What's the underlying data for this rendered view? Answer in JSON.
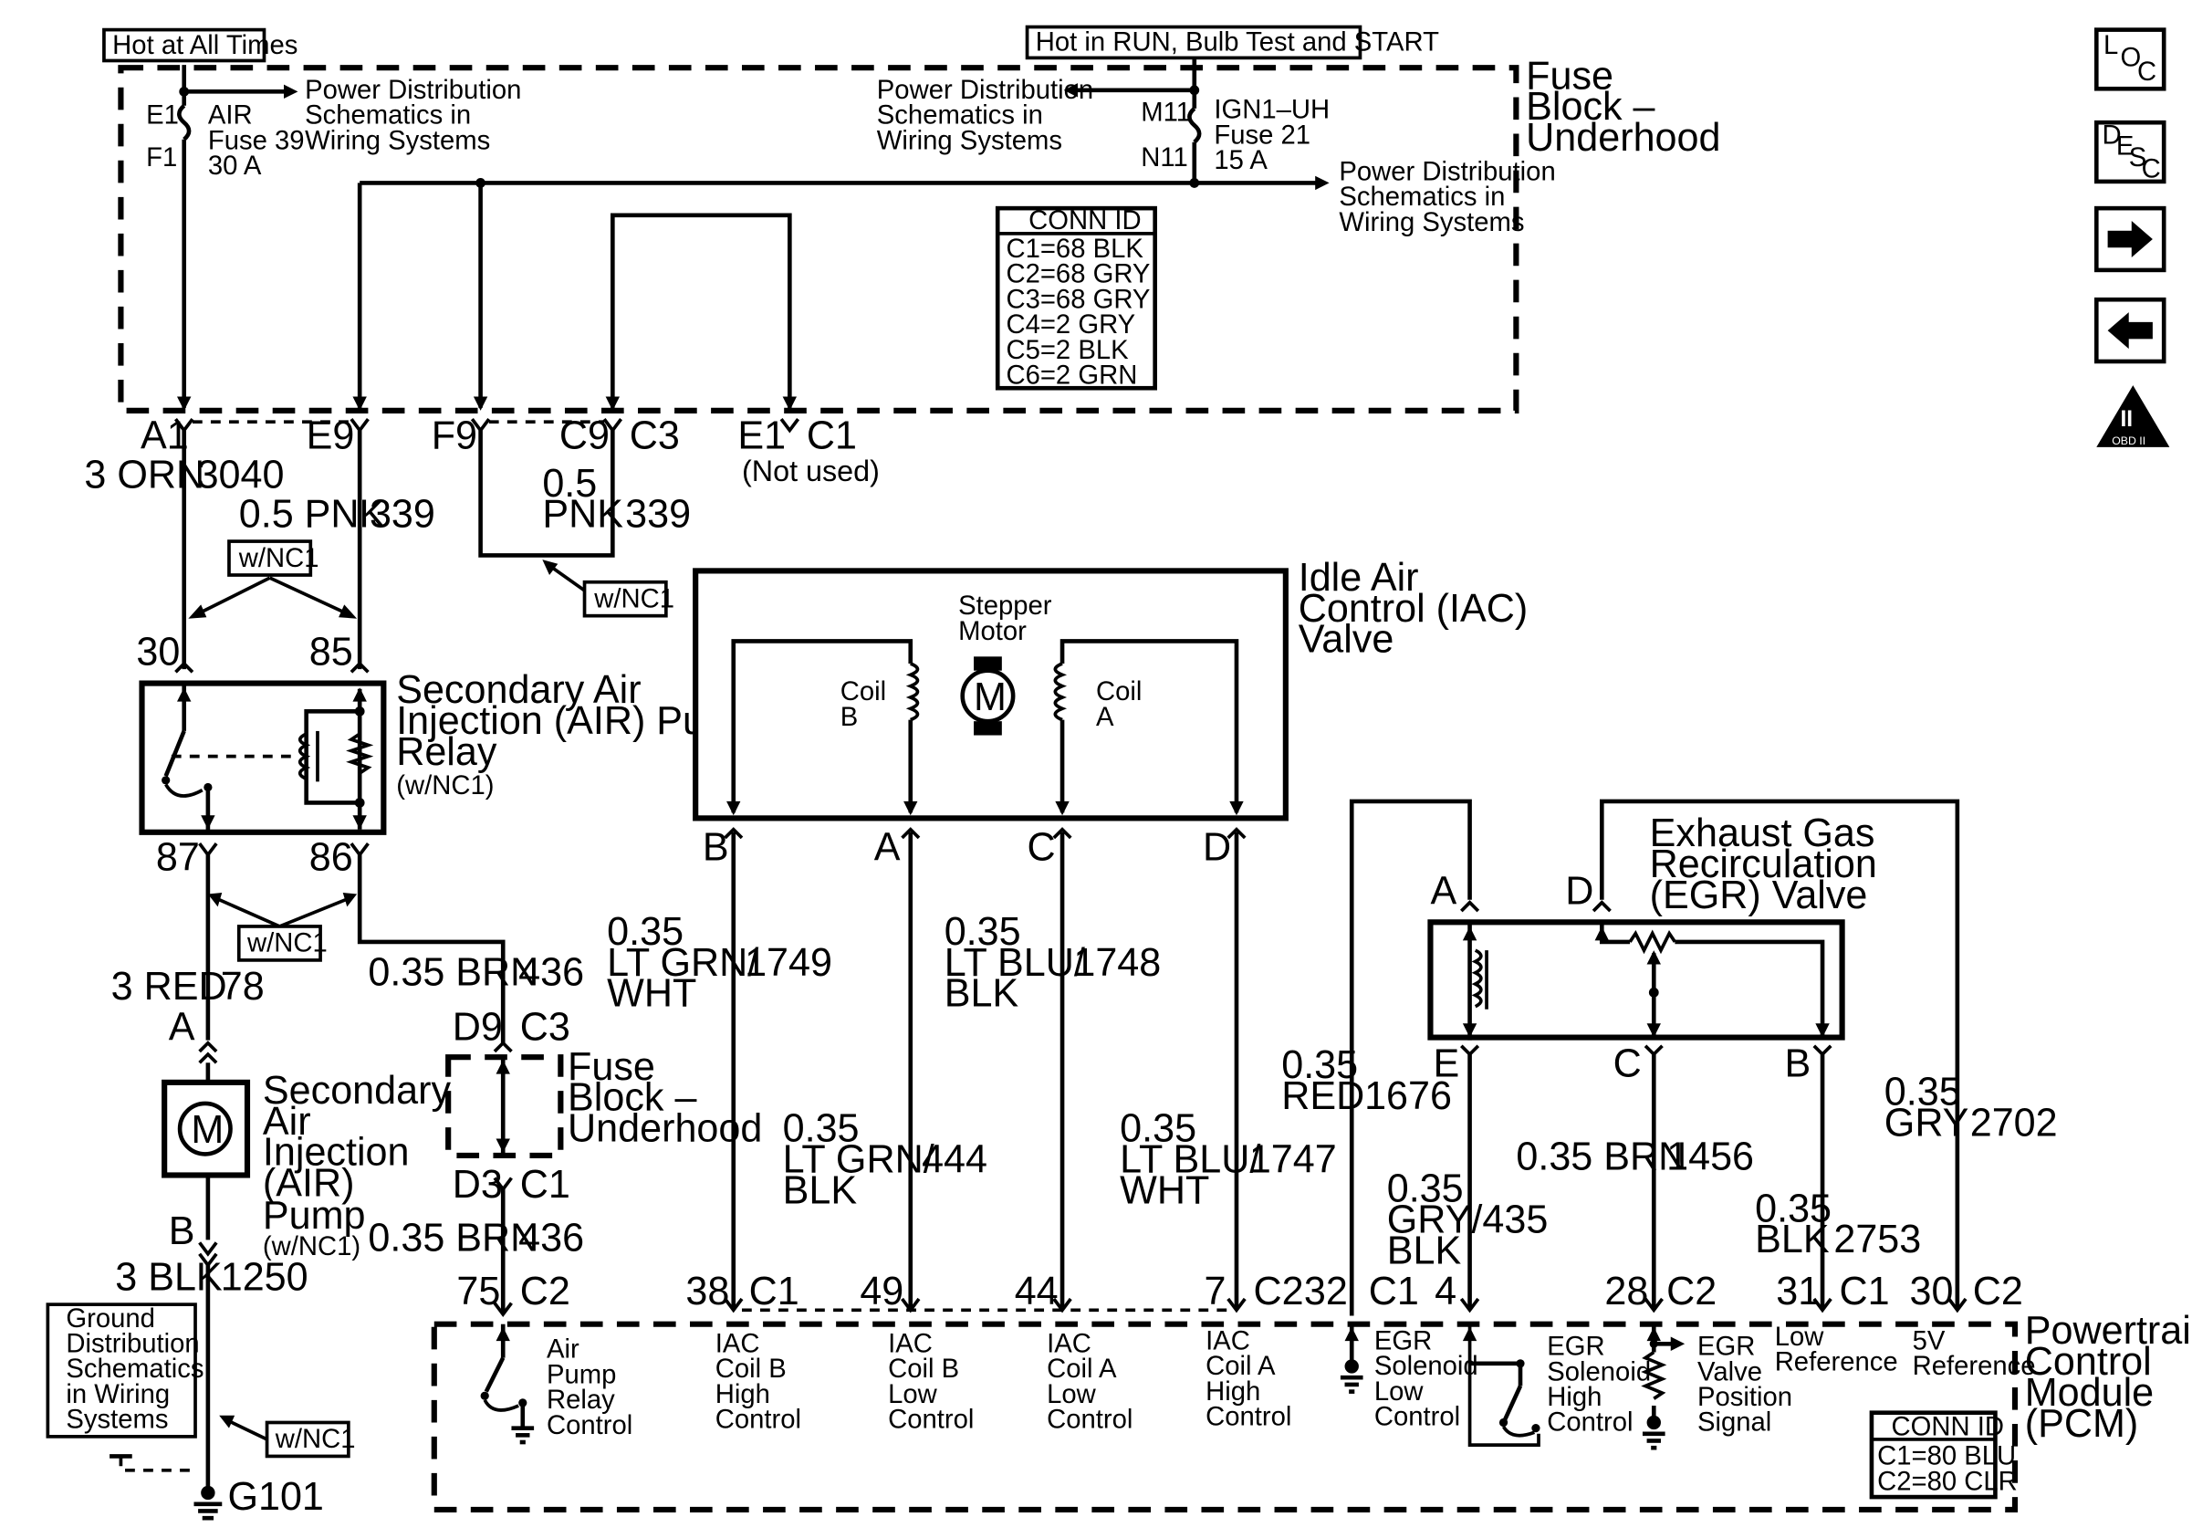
{
  "top_labels": {
    "hot_all": "Hot at All Times",
    "hot_run": "Hot in RUN, Bulb Test and START"
  },
  "fuse_block": {
    "l1": "Fuse",
    "l2": "Block –",
    "l3": "Underhood"
  },
  "fuse_block_small": {
    "l1": "Fuse",
    "l2": "Block –",
    "l3": "Underhood"
  },
  "power_dist": {
    "l1": "Power Distribution",
    "l2": "Schematics in",
    "l3": "Wiring Systems"
  },
  "air_fuse": {
    "e1": "E1",
    "f1": "F1",
    "l1": "AIR",
    "l2": "Fuse 39",
    "l3": "30 A"
  },
  "ign_fuse": {
    "m11": "M11",
    "n11": "N11",
    "l1": "IGN1–UH",
    "l2": "Fuse 21",
    "l3": "15 A"
  },
  "conn_id_top": {
    "title": "CONN ID",
    "rows": [
      "C1=68 BLK",
      "C2=68 GRY",
      "C3=68 GRY",
      "C4=2 GRY",
      "C5=2 BLK",
      "C6=2 GRN"
    ]
  },
  "conn_id_pcm": {
    "title": "CONN ID",
    "rows": [
      "C1=80 BLU",
      "C2=80 CLR"
    ]
  },
  "fuse_pins": {
    "a1": "A1",
    "e9": "E9",
    "f9": "F9",
    "c9": "C9",
    "c3": "C3",
    "e1": "E1",
    "c1": "C1",
    "not_used": "(Not used)"
  },
  "wires": {
    "w3040_size": "3 ORN",
    "w3040_num": "3040",
    "w339a_size": "0.5 PNK",
    "w339a_num": "339",
    "w339b_size1": "0.5",
    "w339b_size2": "PNK",
    "w339b_num": "339",
    "w78_size": "3 RED",
    "w78_num": "78",
    "w436a_size": "0.35 BRN",
    "w436a_num": "436",
    "w436b_size": "0.35 BRN",
    "w436b_num": "436",
    "w1250_size": "3 BLK",
    "w1250_num": "1250",
    "w1749_s1": "0.35",
    "w1749_s2": "LT GRN/",
    "w1749_s3": "WHT",
    "w1749_num": "1749",
    "w1748_s1": "0.35",
    "w1748_s2": "LT BLU/",
    "w1748_s3": "BLK",
    "w1748_num": "1748",
    "w444_s1": "0.35",
    "w444_s2": "LT GRN/",
    "w444_s3": "BLK",
    "w444_num": "444",
    "w1747_s1": "0.35",
    "w1747_s2": "LT BLU/",
    "w1747_s3": "WHT",
    "w1747_num": "1747",
    "w1676_s1": "0.35",
    "w1676_s2": "RED",
    "w1676_num": "1676",
    "w435_s1": "0.35",
    "w435_s2": "GRY/",
    "w435_s3": "BLK",
    "w435_num": "435",
    "w1456_size": "0.35 BRN",
    "w1456_num": "1456",
    "w2753_s1": "0.35",
    "w2753_s2": "BLK",
    "w2753_num": "2753",
    "w2702_s1": "0.35",
    "w2702_s2": "GRY",
    "w2702_num": "2702"
  },
  "wnc1": "w/NC1",
  "relay": {
    "l1": "Secondary Air",
    "l2": "Injection (AIR) Pump",
    "l3": "Relay",
    "l4": "(w/NC1)",
    "p30": "30",
    "p85": "85",
    "p87": "87",
    "p86": "86"
  },
  "pump": {
    "l1": "Secondary",
    "l2": "Air",
    "l3": "Injection",
    "l4": "(AIR)",
    "l5": "Pump",
    "l6": "(w/NC1)",
    "pa": "A",
    "pb": "B",
    "motor": "M"
  },
  "small_fuse_pins": {
    "d9": "D9",
    "c3": "C3",
    "d3": "D3",
    "c1": "C1"
  },
  "ground": {
    "l1": "Ground",
    "l2": "Distribution",
    "l3": "Schematics",
    "l4": "in Wiring",
    "l5": "Systems",
    "g101": "G101"
  },
  "iac": {
    "l1": "Idle Air",
    "l2": "Control (IAC)",
    "l3": "Valve",
    "stepper1": "Stepper",
    "stepper2": "Motor",
    "motor": "M",
    "coilb1": "Coil",
    "coilb2": "B",
    "coila1": "Coil",
    "coila2": "A",
    "pb": "B",
    "pa": "A",
    "pc": "C",
    "pd": "D"
  },
  "egr": {
    "l1": "Exhaust Gas",
    "l2": "Recirculation",
    "l3": "(EGR) Valve",
    "pa": "A",
    "pd": "D",
    "pe": "E",
    "pc": "C",
    "pb": "B"
  },
  "pcm": {
    "l1": "Powertrain",
    "l2": "Control",
    "l3": "Module",
    "l4": "(PCM)",
    "pins": [
      "75",
      "C2",
      "38",
      "C1",
      "49",
      "44",
      "7",
      "C2",
      "32",
      "C1",
      "4",
      "28",
      "C2",
      "31",
      "C1",
      "30",
      "C2"
    ],
    "cells": {
      "air": [
        "Air",
        "Pump",
        "Relay",
        "Control"
      ],
      "iacbh": [
        "IAC",
        "Coil B",
        "High",
        "Control"
      ],
      "iacbl": [
        "IAC",
        "Coil B",
        "Low",
        "Control"
      ],
      "iacal": [
        "IAC",
        "Coil A",
        "Low",
        "Control"
      ],
      "iacah": [
        "IAC",
        "Coil A",
        "High",
        "Control"
      ],
      "egrl": [
        "EGR",
        "Solenoid",
        "Low",
        "Control"
      ],
      "egrh": [
        "EGR",
        "Solenoid",
        "High",
        "Control"
      ],
      "egrp": [
        "EGR",
        "Valve",
        "Position",
        "Signal"
      ],
      "lowref": [
        "Low",
        "Reference"
      ],
      "vref": [
        "5V",
        "Reference"
      ]
    }
  },
  "nav": {
    "loc1": "L",
    "loc2": "O",
    "loc3": "C",
    "desc1": "D",
    "desc2": "E",
    "desc3": "S",
    "desc4": "C",
    "obd1": "II",
    "obd2": "OBD II"
  }
}
